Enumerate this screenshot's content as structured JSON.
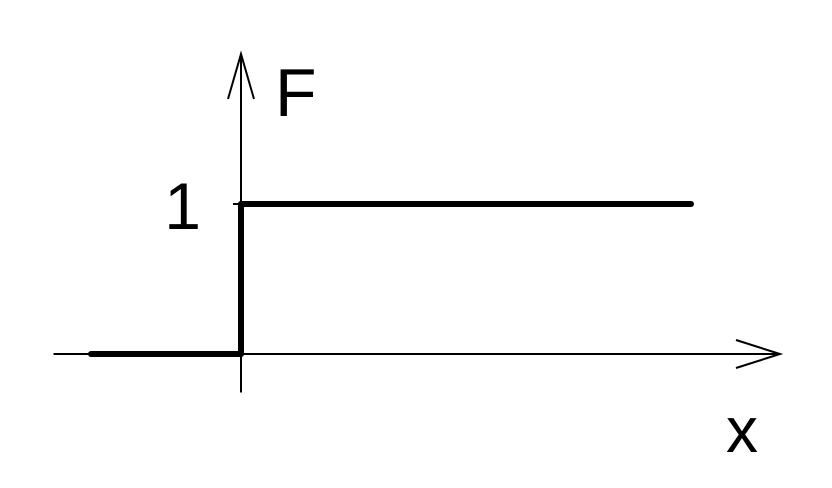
{
  "chart_data": {
    "type": "line",
    "title": "",
    "xlabel": "x",
    "ylabel": "F",
    "yticks": [
      {
        "value": 1,
        "label": "1"
      }
    ],
    "series": [
      {
        "points": [
          {
            "x": -1,
            "y": 0
          },
          {
            "x": 0,
            "y": 0
          },
          {
            "x": 0,
            "y": 1
          },
          {
            "x": 3,
            "y": 1
          }
        ]
      }
    ],
    "xlim": [
      -1.25,
      3.5
    ],
    "ylim": [
      -0.25,
      1.0
    ],
    "grid": false,
    "legend": "none",
    "line_color": "#000000",
    "axis_color": "#000000"
  }
}
